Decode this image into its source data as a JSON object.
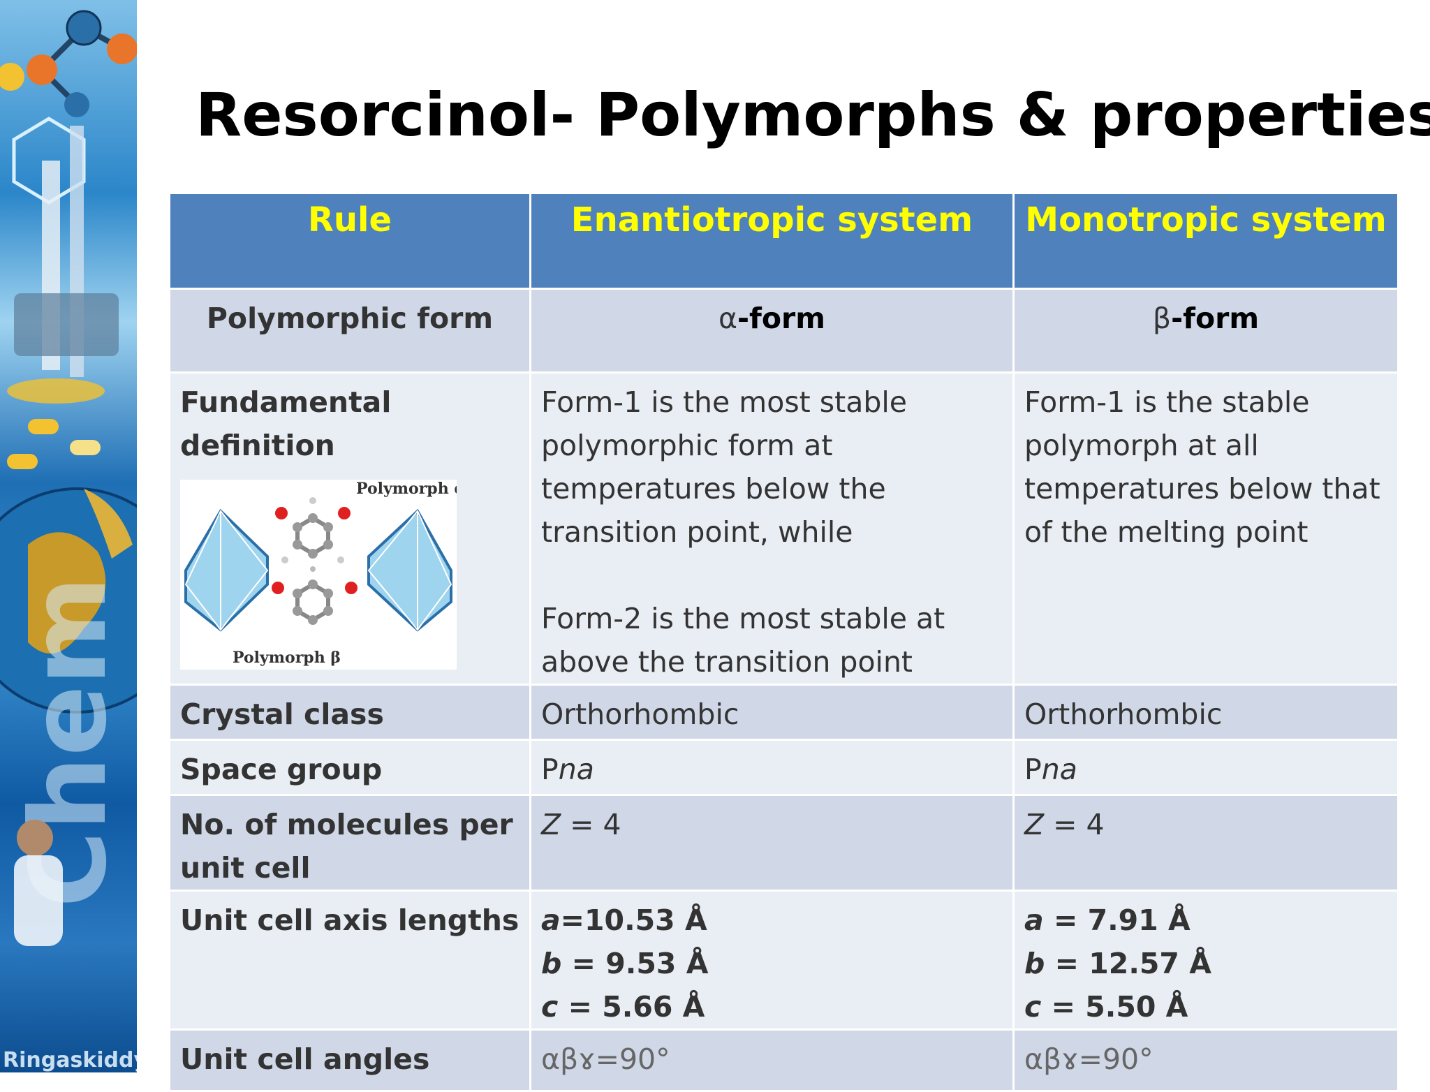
{
  "title": "Resorcinol- Polymorphs & properties",
  "sidebar": {
    "watermark": "Ringaskiddy",
    "logo_letters": "Chem"
  },
  "colors": {
    "header_bg": "#4f81bd",
    "header_text": "#ffff00",
    "row_dark": "#d0d8e8",
    "row_light": "#e9edf4",
    "emphasis": "#c00000"
  },
  "table": {
    "headers": [
      "Rule",
      "Enantiotropic system",
      "Monotropic system"
    ],
    "polymorphic_form": {
      "label": "Polymorphic form",
      "enantio_greek": "α",
      "enantio_suffix": "-form",
      "mono_greek": "β",
      "mono_suffix": "-form"
    },
    "fundamental_definition": {
      "label": "Fundamental definition",
      "image_label_alpha": "Polymorph α",
      "image_label_beta": "Polymorph β",
      "enantio_lines": [
        "Form-1 is the most stable",
        "polymorphic form at",
        "temperatures below the",
        "transition point, while"
      ],
      "enantio_lines2": [
        "Form-2 is the most stable at",
        "above the transition point"
      ],
      "mono_lines": [
        "Form-1 is the stable",
        "polymorph at all",
        "temperatures below that",
        "of the melting point"
      ]
    },
    "crystal_class": {
      "label": "Crystal class",
      "enantio": "Orthorhombic",
      "mono": "Orthorhombic"
    },
    "space_group": {
      "label": "Space group",
      "enantio_prefix": "P",
      "enantio_italic": "na",
      "mono_prefix": "P",
      "mono_italic": "na"
    },
    "molecules_per_cell": {
      "label": "No. of molecules per unit cell",
      "enantio_var": "Z",
      "enantio_value": " = 4",
      "mono_var": "Z",
      "mono_value": " = 4"
    },
    "axis_lengths": {
      "label": "Unit cell axis lengths",
      "enantio": [
        {
          "axis": "a",
          "value": "=10.53 Å"
        },
        {
          "axis": "b",
          "value": " = 9.53 Å"
        },
        {
          "axis": "c",
          "value": " = 5.66 Å"
        }
      ],
      "mono": [
        {
          "axis": "a",
          "value": " = 7.91 Å"
        },
        {
          "axis": "b",
          "value": " = 12.57 Å"
        },
        {
          "axis": "c",
          "value": " = 5.50 Å"
        }
      ]
    },
    "angles": {
      "label": "Unit cell angles",
      "enantio": "αβɤ=90°",
      "mono": "αβɤ=90°"
    }
  }
}
